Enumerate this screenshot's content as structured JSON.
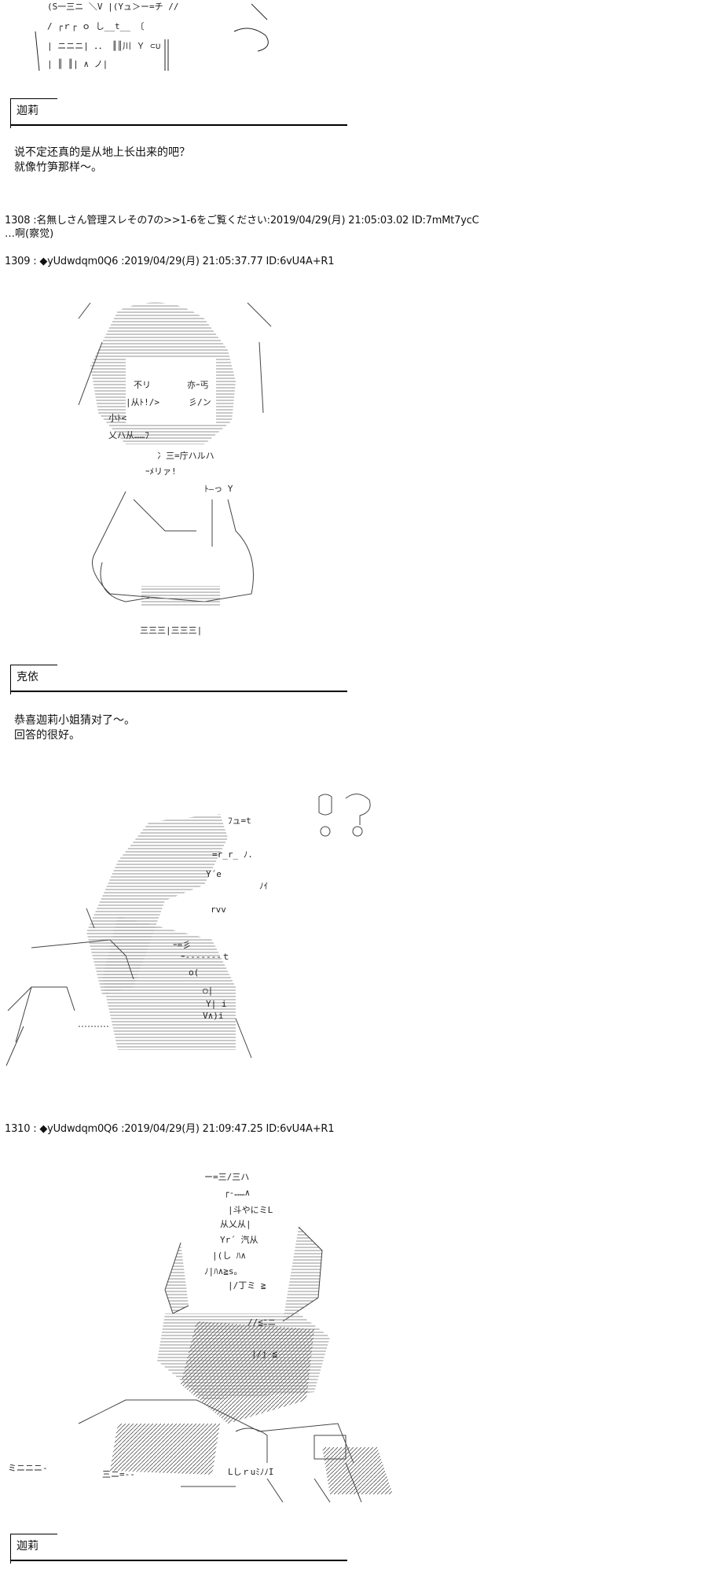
{
  "scenes": [
    {
      "speaker": "迦莉",
      "lines": [
        "说不定还真的是从地上长出来的吧？",
        "就像竹笋那样～。"
      ]
    },
    {
      "speaker": "克依",
      "lines": [
        "恭喜迦莉小姐猜对了～。",
        "回答的很好。"
      ]
    },
    {
      "speaker": "迦莉",
      "lines": []
    }
  ],
  "posts": [
    {
      "header": "1308 :名無しさん管理スレその7の>>1-6をご覧ください:2019/04/29(月) 21:05:03.02 ID:7mMt7ycC",
      "body": "…啊(察觉)"
    },
    {
      "header": "1309 : ◆yUdwdqm0Q6 :2019/04/29(月) 21:05:37.77 ID:6vU4A+R1"
    },
    {
      "header": "1310 : ◆yUdwdqm0Q6 :2019/04/29(月) 21:09:47.25 ID:6vU4A+R1"
    }
  ],
  "art_text": {
    "top_fragment": [
      "(S一三ニ ＼V |(Yュ＞ー=チ //",
      "/   ┌ｒ┌     ｏ  し__t__  〔",
      "|   ニニニ|  ．．  ║║川  Ｙ ⊂∪",
      "|            ║ ║|   ∧   ノ|"
    ],
    "art1309": [
      "不リ",
      "|从ﾄ!/>",
      "小ﾄ<",
      "乂ハ从……ﾌ",
      "ｰﾒリァ!",
      "冫三=庁ハルハ",
      "亦ｰ丐",
      "彡/ン",
      "ﾄ―っ Y",
      "三三三|三三三|"
    ],
    "exclaim": [
      "!",
      "?",
      "○",
      "○"
    ],
    "art_mid": [
      "ﾌュ=t",
      "=r_r_ ﾉ.",
      "Y´e",
      "rvv",
      "ﾉｲ",
      "ｰ=彡",
      "○|",
      "Y| i",
      "V∧)i",
      "ｰ-------ｔ",
      "o("
    ],
    "art1310": [
      "ー=三/三ハ",
      "┌-……∧",
      "|斗やにミL",
      "从乂从|",
      "Yr´     汽从",
      "|(し     ﾊ∧",
      "ﾉ|ﾊ∧≧s。",
      "|/丁ミ ≧",
      "//≦ﾆニ",
      "|/j-≦",
      "ミニニニ-",
      "三ニ=--",
      "LしｒuﾐﾉﾉΙ"
    ]
  },
  "colors": {
    "text": "#111111",
    "rule": "#000000",
    "background": "#ffffff"
  }
}
